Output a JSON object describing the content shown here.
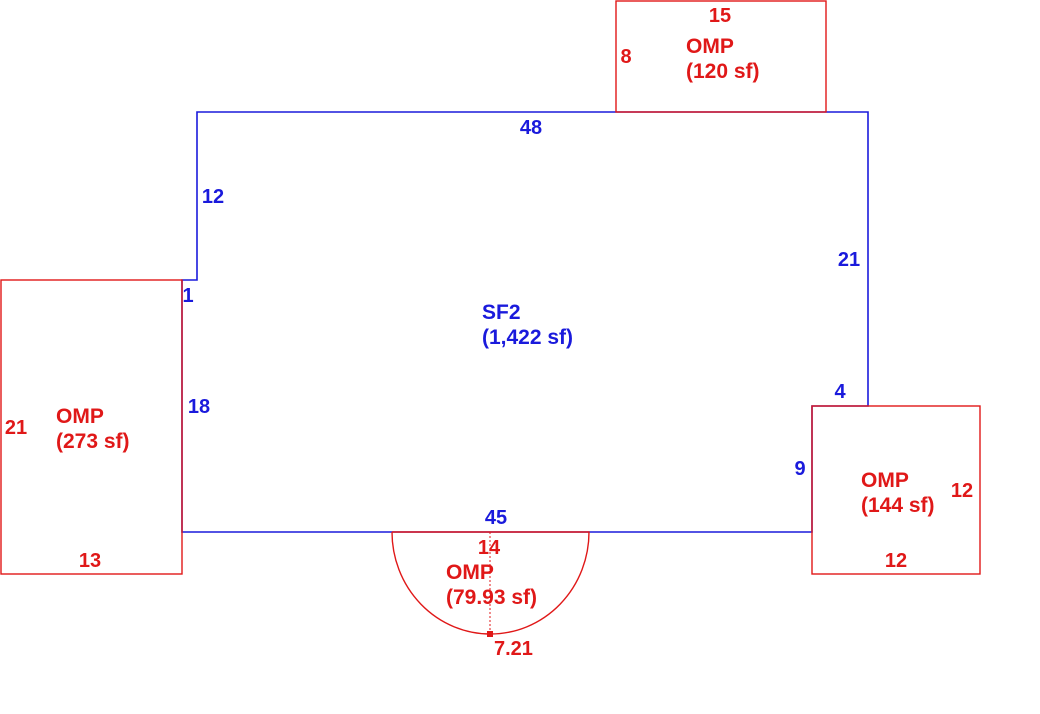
{
  "colors": {
    "main_area": "#1a1adc",
    "porch_area": "#e01818",
    "background": "#ffffff"
  },
  "main_area": {
    "name": "SF2",
    "area": "(1,422 sf)",
    "dimensions": {
      "top": "48",
      "upper_left": "12",
      "jog": "1",
      "lower_left": "18",
      "right": "21",
      "notch_top": "4",
      "notch_side": "9",
      "bottom": "45"
    }
  },
  "porches": {
    "top": {
      "name": "OMP",
      "area": "(120 sf)",
      "width": "15",
      "depth": "8"
    },
    "left": {
      "name": "OMP",
      "area": "(273 sf)",
      "side": "21",
      "bottom": "13"
    },
    "right": {
      "name": "OMP",
      "area": "(144 sf)",
      "side": "12",
      "bottom": "12"
    },
    "bottom": {
      "name": "OMP",
      "area": "(79.93 sf)",
      "diameter": "14",
      "radius": "7.21"
    }
  }
}
